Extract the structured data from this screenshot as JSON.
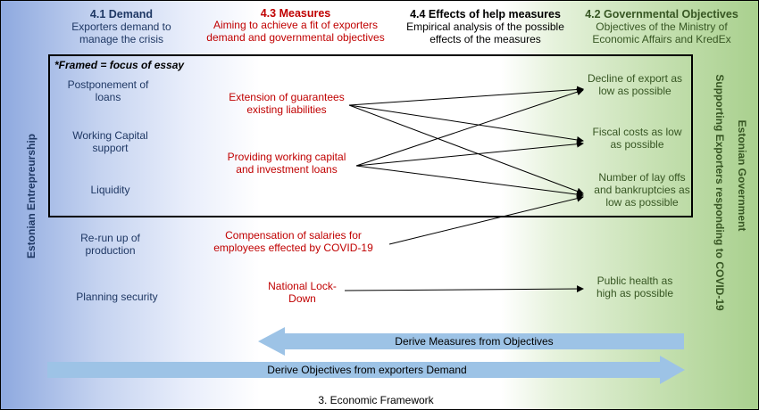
{
  "headers": {
    "demand": {
      "title": "4.1 Demand",
      "sub": "Exporters demand to manage the crisis"
    },
    "measures": {
      "title": "4.3 Measures",
      "sub": "Aiming to achieve a fit of exporters demand and governmental objectives"
    },
    "effects": {
      "title": "4.4 Effects of help measures",
      "sub": "Empirical analysis of the possible effects of the measures"
    },
    "objectives": {
      "title": "4.2 Governmental Objectives",
      "sub": "Objectives of the Ministry of Economic Affairs and KredEx"
    }
  },
  "focus_note": "*Framed = focus of essay",
  "demand_items": [
    "Postponement of loans",
    "Working Capital support",
    "Liquidity",
    "Re-run up of production",
    "Planning security"
  ],
  "measure_items": [
    "Extension of guarantees existing liabilities",
    "Providing working capital and investment loans",
    "Compensation of salaries for employees effected by COVID-19",
    "National Lock-Down"
  ],
  "objective_items": [
    "Decline of export as low as possible",
    "Fiscal costs as low as possible",
    "Number of lay offs and bankruptcies as low as possible",
    "Public health as high as possible"
  ],
  "side_labels": {
    "left": "Estonian Entrepreurship",
    "right_outer": "Estonian Government",
    "right_inner": "Supporting Exporters responding to COVID-19"
  },
  "arrows": {
    "top": "Derive Measures from Objectives",
    "bottom": "Derive Objectives from exporters Demand"
  },
  "footer": "3. Economic Framework",
  "colors": {
    "blue_text": "#1f3864",
    "red_text": "#c00000",
    "green_text": "#375623",
    "arrow_fill": "#9dc3e6"
  }
}
